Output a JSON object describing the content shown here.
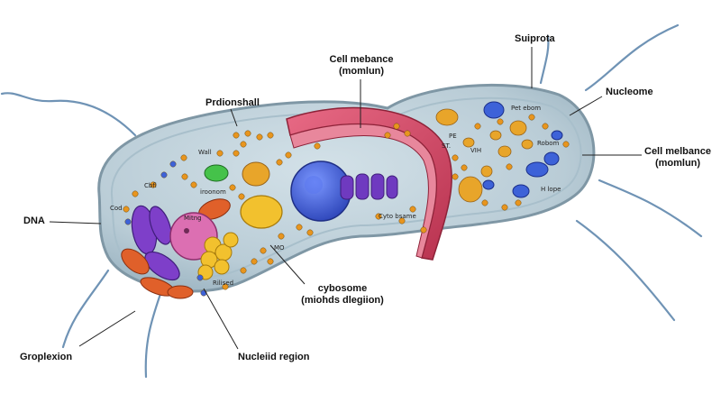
{
  "labels": {
    "suiprota": "Suiprota",
    "cell_membrane_top": [
      "Cell mebance",
      "(momlun)"
    ],
    "prdionshall": "Prdionshall",
    "nucleome": "Nucleome",
    "cell_membrane_right": [
      "Cell melbance",
      "(momlun)"
    ],
    "dna": "DNA",
    "cybosome": [
      "cybosome",
      "(miohds dlegiion)"
    ],
    "groplexion": "Groplexion",
    "nucleiid_region": "Nucleiid region"
  },
  "inner_labels": {
    "wall": "Wall",
    "cbfl": "Cbfl",
    "cod": "Cod",
    "iroonom": "iroonom",
    "mitng": "Mitng",
    "mo": "MO",
    "rilised": "Rilised",
    "cytobsame": "Cyto bsame",
    "pet_ebom": "Pet ebom",
    "pe": "PE",
    "st": "ST.",
    "vih": "VIH",
    "robom": "Robom",
    "h_lope": "H lope"
  },
  "colors": {
    "cell_body": "#b9ccd6",
    "cell_outline": "#7f97a5",
    "cilia": "#6d8ea6",
    "flagella": "#5a82a8",
    "membrane_band": "#d94a6a",
    "nucleoid": "#3b5fd6",
    "mitochondria": "#7e3fc9",
    "ribosome_orange": "#e8951e",
    "ribosome_yellow": "#f2c12e",
    "lysosome_pink": "#dc6fb2",
    "vacuole_green": "#45c24a",
    "orange_organelle": "#e0602a"
  }
}
